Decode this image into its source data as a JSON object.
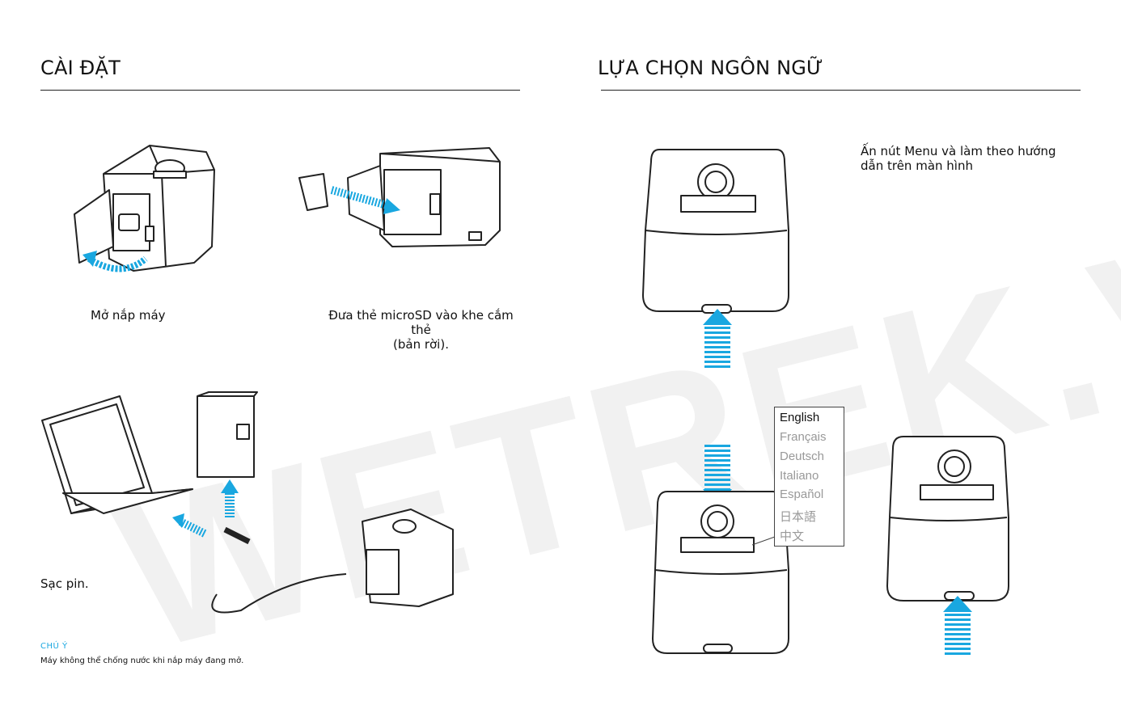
{
  "setup": {
    "heading": "CÀI ĐẶT",
    "step_open": "Mở nắp máy",
    "step_insert_line1": "Đưa thẻ microSD vào khe cắm thẻ",
    "step_insert_line2": "(bản rời).",
    "step_charge": "Sạc pin.",
    "note_title": "CHÚ Ý",
    "note_text": "Máy không thể chống nước khi nắp máy đang mở."
  },
  "language": {
    "heading": "LỰA CHỌN NGÔN NGỮ",
    "instruction_line1": "Ấn nút Menu và làm theo hướng",
    "instruction_line2": "dẫn trên màn hình",
    "options": [
      "English",
      "Français",
      "Deutsch",
      "Italiano",
      "Español",
      "日本語",
      "中文"
    ],
    "selected": "English"
  },
  "watermark": "WETREK.VN",
  "colors": {
    "accent": "#19a7e0",
    "line": "#222222",
    "watermark": "#f1f1f1"
  }
}
